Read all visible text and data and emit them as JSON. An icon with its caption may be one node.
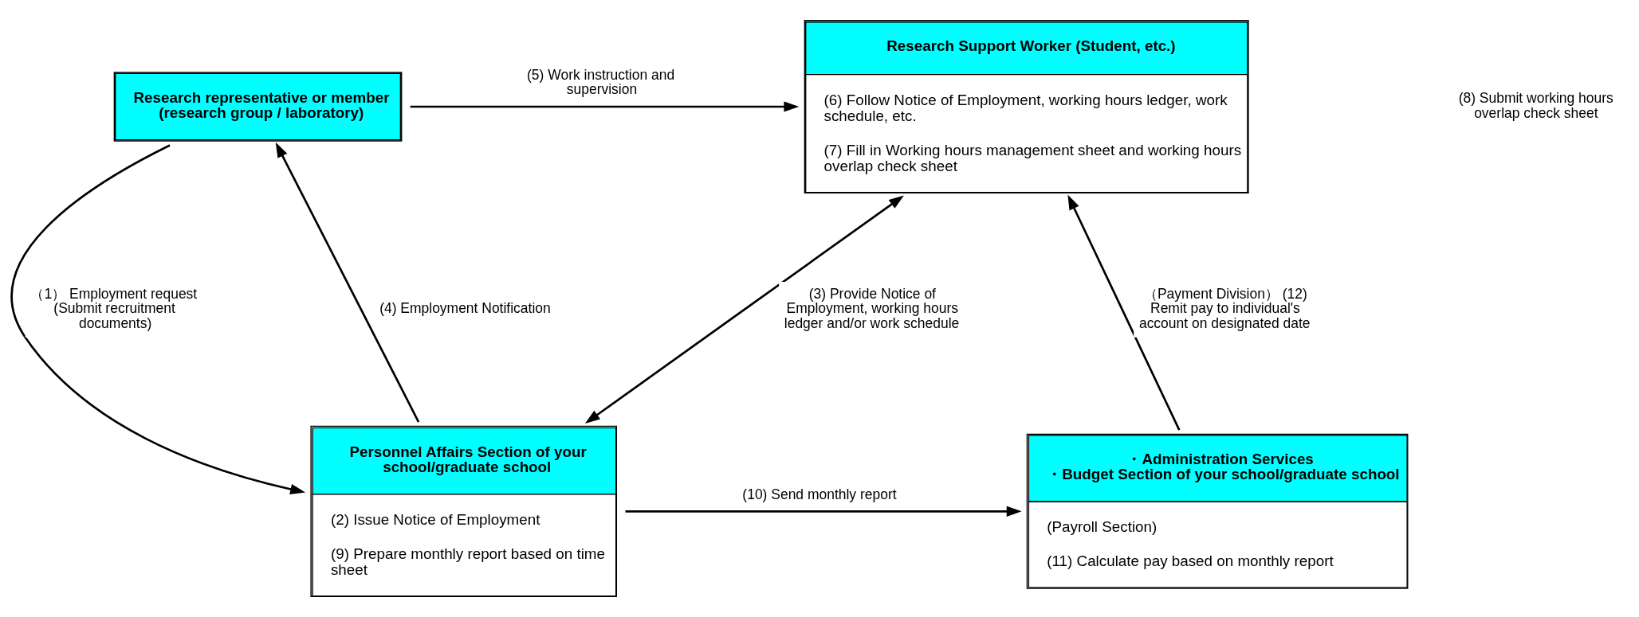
{
  "diagram": {
    "nodes": [
      {
        "text": [
          "Research representative or member (research group / laboratory)"
        ]
      },
      {
        "text": [
          "Research Support Worker (Student, etc.)",
          "(6) Follow Notice of Employment, working hours ledger, work schedule, etc.",
          "(7) Fill in Working hours management sheet and working hours overlap check sheet"
        ]
      },
      {
        "text": [
          "Personnel Affairs Section of your school/graduate school",
          "(2) Issue Notice of Employment",
          "(9) Prepare monthly report based on time sheet"
        ]
      },
      {
        "text": [
          "・Administration Services",
          "・Budget Section of your school/graduate school",
          "(Payroll Section)",
          "(11) Calculate pay based on monthly report"
        ]
      }
    ],
    "edges": [
      {
        "from": 0,
        "to": 2,
        "arrow": "to",
        "label": "（1） Employment request (Submit recruitment documents)"
      },
      {
        "from": 2,
        "to": 0,
        "arrow": "to",
        "label": "(4) Employment Notification"
      },
      {
        "from": 0,
        "to": 1,
        "arrow": "to",
        "label": "(5) Work instruction and supervision"
      },
      {
        "from": 2,
        "to": 1,
        "arrow": "both",
        "label": "(3) Provide Notice of Employment, working hours ledger and/or work schedule"
      },
      {
        "from": 2,
        "to": 3,
        "arrow": "to",
        "label": "(10) Send monthly report"
      },
      {
        "from": 3,
        "to": 1,
        "arrow": "to",
        "label": "（Payment Division） (12) Remit pay to individual's account on designated date"
      }
    ],
    "labels": [
      "(8) Submit working hours overlap check sheet"
    ]
  }
}
